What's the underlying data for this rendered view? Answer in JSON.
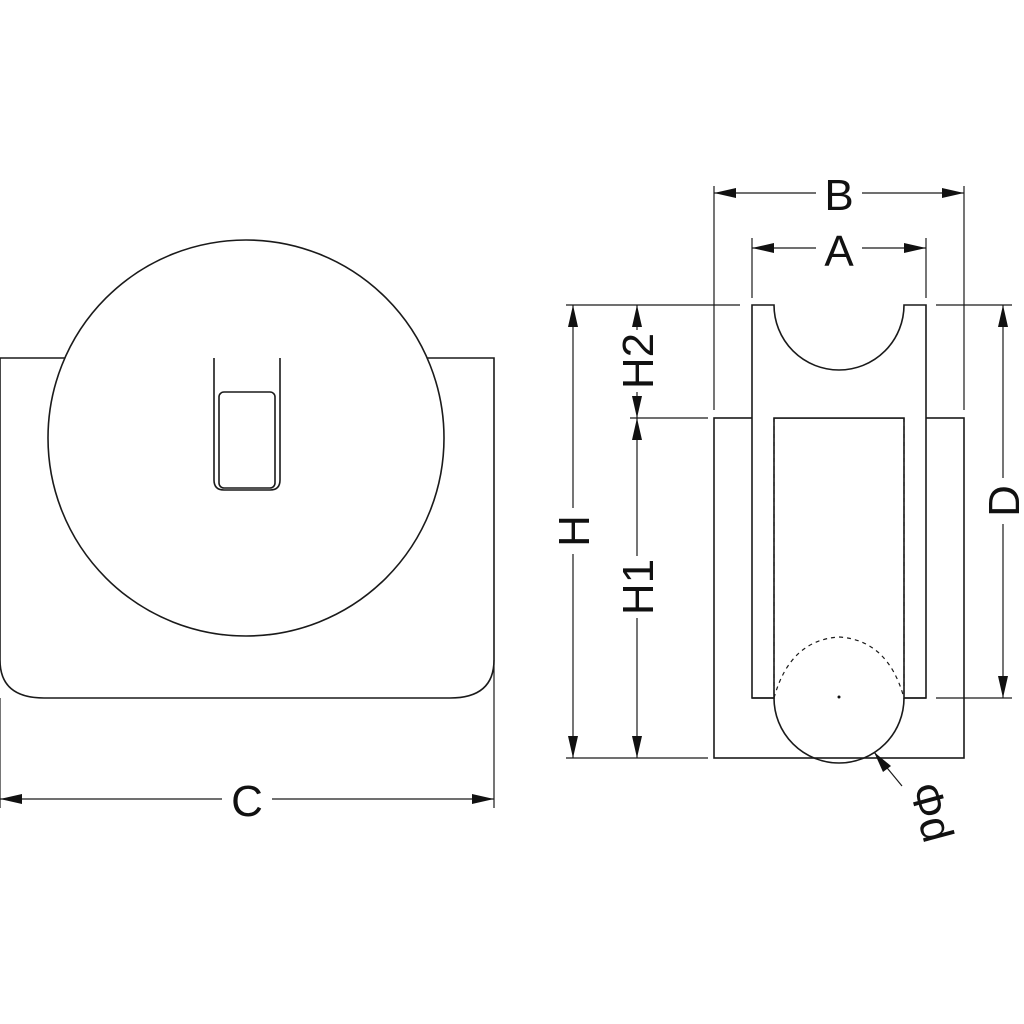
{
  "labels": {
    "B": "B",
    "A": "A",
    "C": "C",
    "H": "H",
    "H1": "H1",
    "H2": "H2",
    "D": "D",
    "d": "Φd"
  },
  "colors": {
    "line": "#1a1a1a",
    "background": "#ffffff"
  }
}
